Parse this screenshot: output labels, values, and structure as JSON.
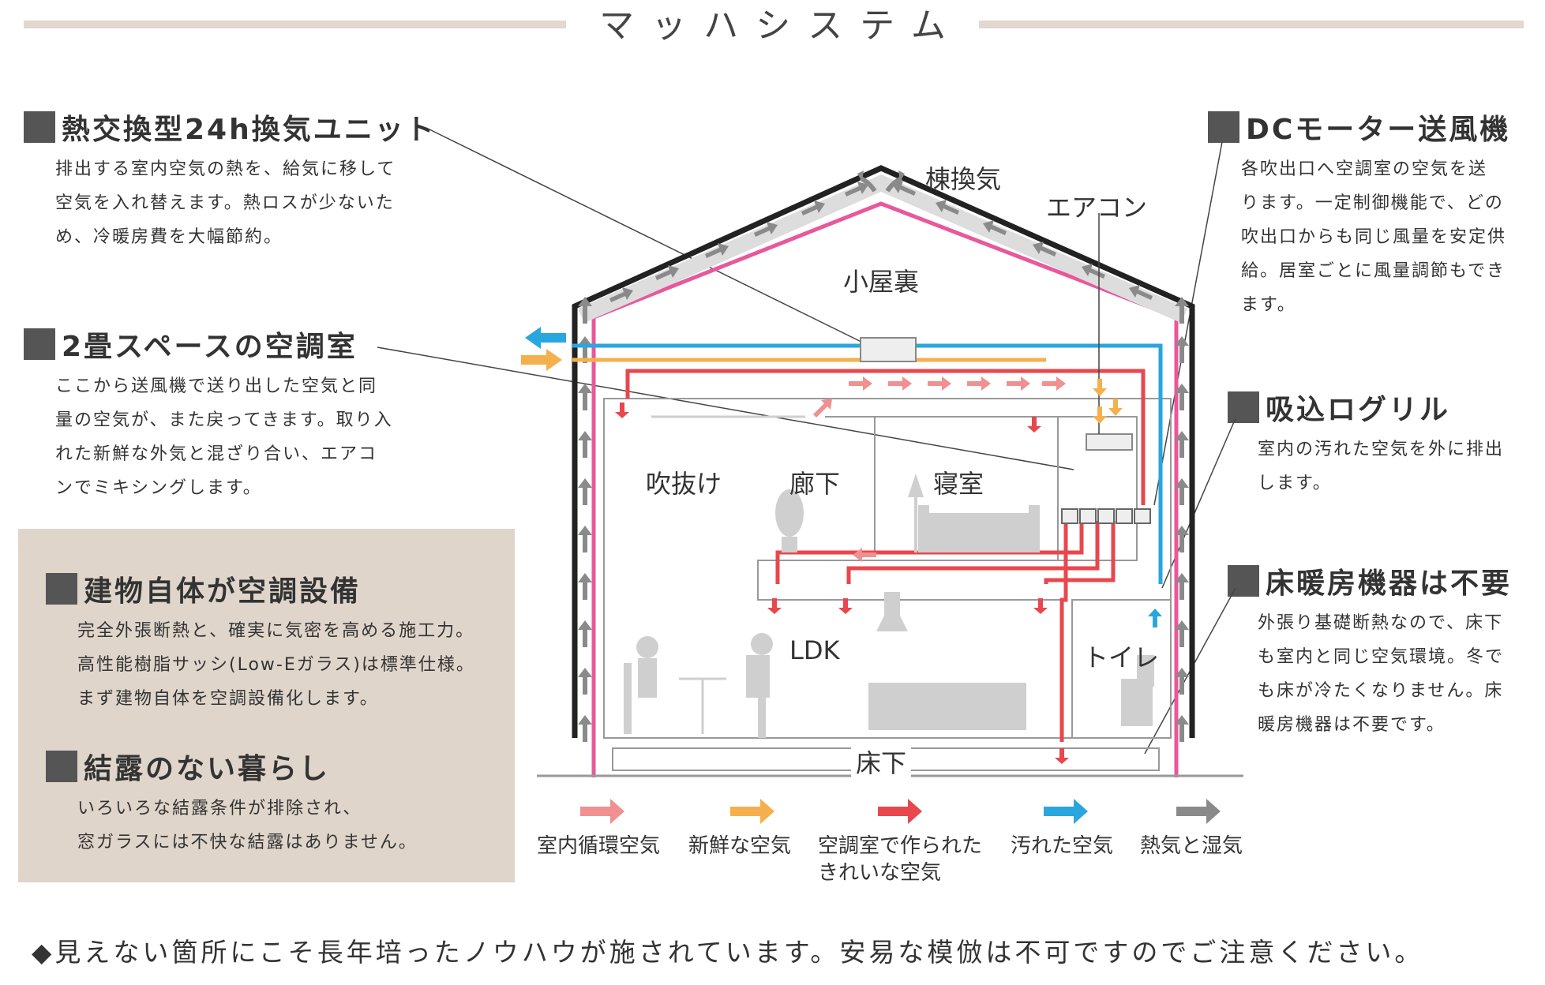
{
  "title": "マッハシステム",
  "left": {
    "heat_exchanger": {
      "heading": "熱交換型24h換気ユニット",
      "lines": [
        "排出する室内空気の熱を、給気に移して",
        "空気を入れ替えます。熱ロスが少ないた",
        "め、冷暖房費を大幅節約。"
      ]
    },
    "ac_room": {
      "heading": "2畳スペースの空調室",
      "lines": [
        "ここから送風機で送り出した空気と同",
        "量の空気が、また戻ってきます。取り入",
        "れた新鮮な外気と混ざり合い、エアコ",
        "ンでミキシングします。"
      ]
    },
    "building": {
      "heading": "建物自体が空調設備",
      "lines": [
        "完全外張断熱と、確実に気密を高める施工力。",
        "高性能樹脂サッシ(Low-Eガラス)は標準仕様。",
        "まず建物自体を空調設備化します。"
      ]
    },
    "condensation": {
      "heading": "結露のない暮らし",
      "lines": [
        "いろいろな結露条件が排除され、",
        "窓ガラスには不快な結露はありません。"
      ]
    }
  },
  "right": {
    "dc_fan": {
      "heading": "DCモーター送風機",
      "lines": [
        "各吹出口へ空調室の空気を送",
        "ります。一定制御機能で、どの",
        "吹出口からも同じ風量を安定供",
        "給。居室ごとに風量調節もでき",
        "ます。"
      ]
    },
    "grille": {
      "heading": "吸込ログリル",
      "lines": [
        "室内の汚れた空気を外に排出",
        "します。"
      ]
    },
    "floor_heating": {
      "heading": "床暖房機器は不要",
      "lines": [
        "外張り基礎断熱なので、床下",
        "も室内と同じ空気環境。冬で",
        "も床が冷たくなりません。床",
        "暖房機器は不要です。"
      ]
    }
  },
  "house": {
    "ridge_vent": "棟換気",
    "aircon": "エアコン",
    "attic": "小屋裏",
    "atrium": "吹抜け",
    "corridor": "廊下",
    "bedroom": "寝室",
    "ldk": "LDK",
    "toilet": "トイレ",
    "underfloor": "床下"
  },
  "legend": [
    {
      "label": "室内循環空気",
      "color": "#f09090"
    },
    {
      "label": "新鮮な空気",
      "color": "#f5b04e"
    },
    {
      "label": "空調室で作られた\nきれいな空気",
      "color": "#e8474d"
    },
    {
      "label": "汚れた空気",
      "color": "#2aa6de"
    },
    {
      "label": "熱気と湿気",
      "color": "#8a8a8a"
    }
  ],
  "footer": "◆見えない箇所にこそ長年培ったノウハウが施されています。安易な模倣は不可ですのでご注意ください。",
  "colors": {
    "pink_line": "#e8589a",
    "red": "#e8474d",
    "blue": "#2aa6de",
    "orange": "#f5b04e",
    "gray": "#8a8a8a",
    "beige": "#dfd5cb"
  }
}
